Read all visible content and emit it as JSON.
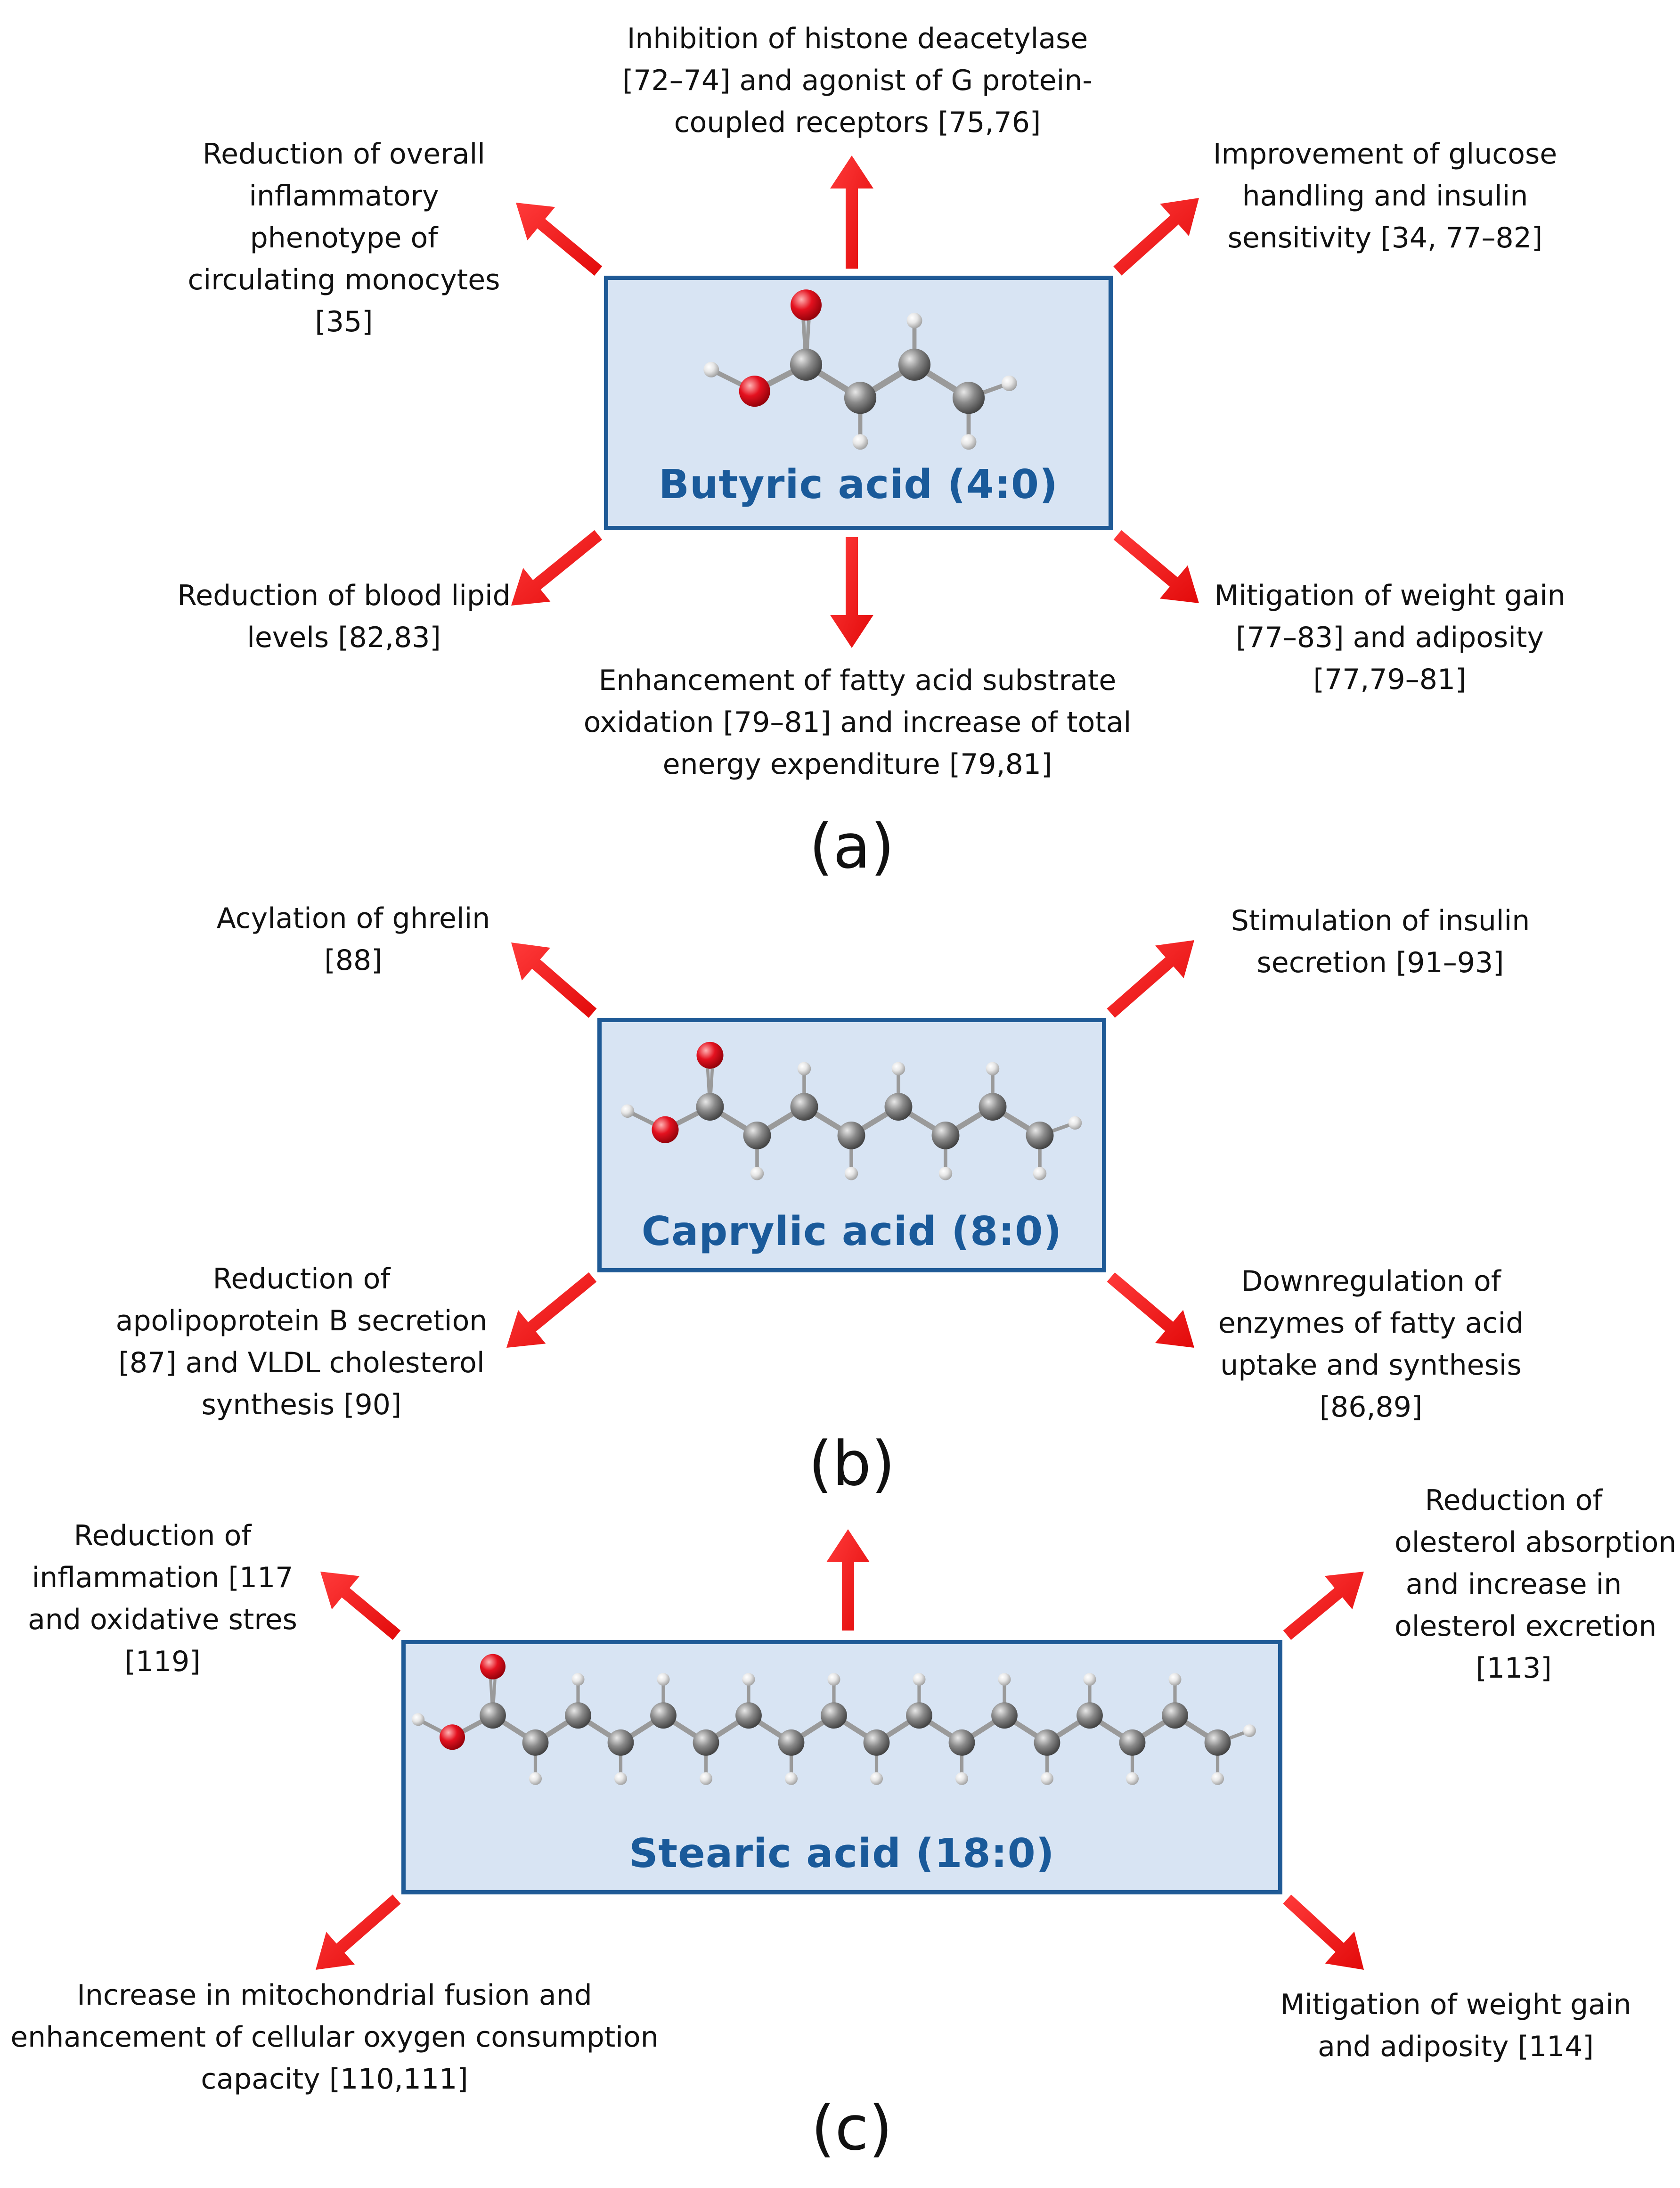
{
  "colors": {
    "box_fill": "#d8e4f3",
    "box_border": "#1f5a96",
    "acid_text": "#1a5a9a",
    "arrow": "#e20a0a",
    "oxygen": "#e4111f",
    "carbon": "#7c7c7c",
    "hydrogen": "#e6e6e6"
  },
  "panels": [
    {
      "letter": "(a)",
      "acid": "Butyric acid (4:0)",
      "carbons": 4,
      "labels": {
        "top": [
          "Inhibition of histone deacetylase",
          "[72–74] and agonist of G protein-",
          "coupled receptors [75,76]"
        ],
        "top_left": [
          "Reduction of overall",
          "inflammatory",
          "phenotype of",
          "circulating monocytes",
          "[35]"
        ],
        "top_right": [
          "Improvement of glucose",
          "handling and insulin",
          "sensitivity [34, 77–82]"
        ],
        "bottom_left": [
          "Reduction of blood lipid",
          "levels [82,83]"
        ],
        "bottom": [
          "Enhancement of fatty acid substrate",
          "oxidation [79–81] and increase of total",
          "energy expenditure [79,81]"
        ],
        "bottom_right": [
          "Mitigation of weight gain",
          "[77–83] and adiposity",
          "[77,79–81]"
        ]
      }
    },
    {
      "letter": "(b)",
      "acid": "Caprylic acid (8:0)",
      "carbons": 8,
      "labels": {
        "top_left": [
          "Acylation of ghrelin",
          "[88]"
        ],
        "top_right": [
          "Stimulation of insulin",
          "secretion [91–93]"
        ],
        "bottom_left": [
          "Reduction of",
          "apolipoprotein B secretion",
          "[87] and VLDL cholesterol",
          "synthesis [90]"
        ],
        "bottom_right": [
          "Downregulation of",
          "enzymes of fatty acid",
          "uptake and synthesis",
          "[86,89]"
        ]
      }
    },
    {
      "letter": "(c)",
      "acid": "Stearic acid (18:0)",
      "carbons": 18,
      "labels": {
        "top_left": [
          "Reduction of",
          "inflammation [117",
          "and oxidative stres",
          "[119]"
        ],
        "top_right": [
          "Reduction of",
          "olesterol absorption",
          "and increase in",
          "olesterol excretion",
          "[113]"
        ],
        "bottom_left": [
          "Increase in mitochondrial fusion and",
          "enhancement of cellular oxygen consumption",
          "capacity [110,111]"
        ],
        "bottom_right": [
          "Mitigation of weight gain",
          "and adiposity [114]"
        ]
      }
    }
  ]
}
